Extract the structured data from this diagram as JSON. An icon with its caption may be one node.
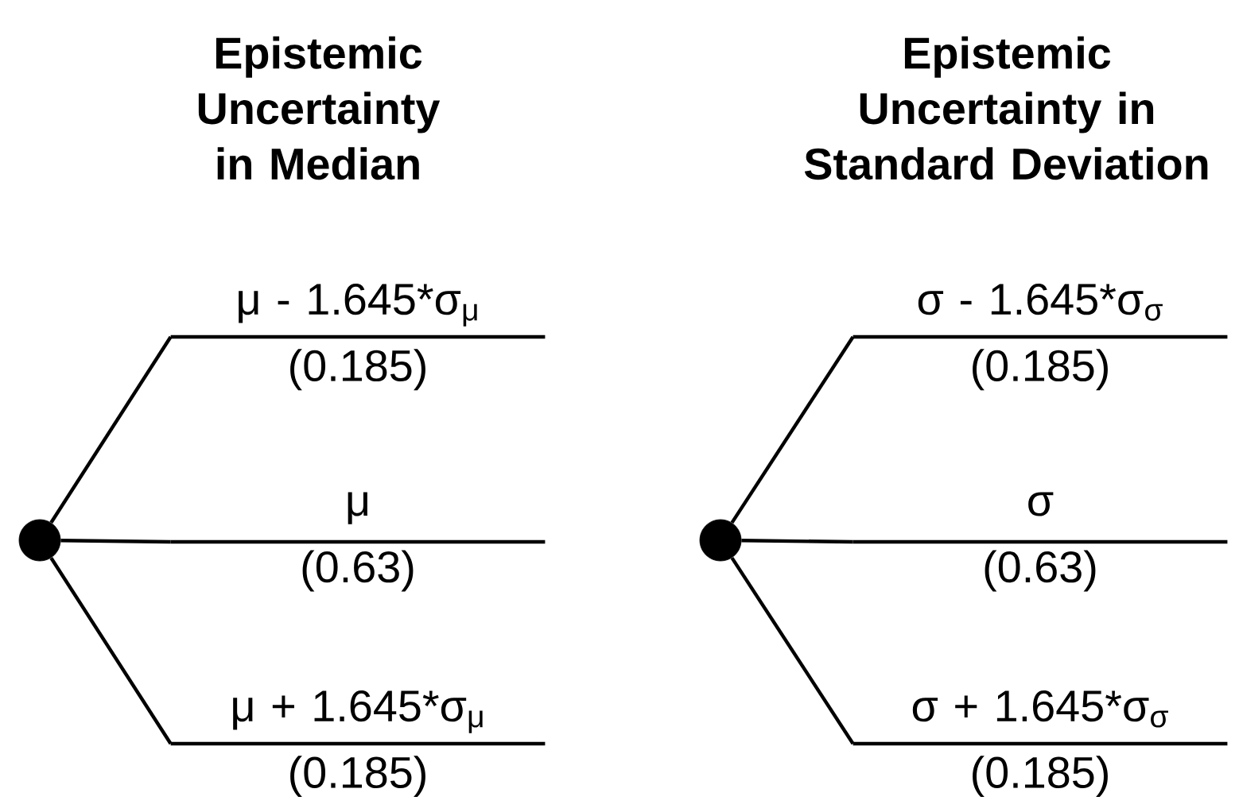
{
  "diagram": {
    "nodes": [
      {
        "text": [],
        "shape": "circle"
      },
      {
        "text": [
          "μ - 1.645*σ$_{μ}$",
          "(0.185)"
        ]
      },
      {
        "text": [
          "μ",
          "(0.63)"
        ]
      },
      {
        "text": [
          "μ + 1.645*σ$_{μ}$",
          "(0.185)"
        ]
      },
      {
        "text": [],
        "shape": "circle"
      },
      {
        "text": [
          "σ - 1.645*σ$_{σ}$",
          "(0.185)"
        ]
      },
      {
        "text": [
          "σ",
          "(0.63)"
        ]
      },
      {
        "text": [
          "σ + 1.645*σ$_{σ}$",
          "(0.185)"
        ]
      }
    ],
    "edges": [
      {
        "from": 0,
        "to": 1,
        "arrow": "none"
      },
      {
        "from": 0,
        "to": 2,
        "arrow": "none"
      },
      {
        "from": 0,
        "to": 3,
        "arrow": "none"
      },
      {
        "from": 4,
        "to": 5,
        "arrow": "none"
      },
      {
        "from": 4,
        "to": 6,
        "arrow": "none"
      },
      {
        "from": 4,
        "to": 7,
        "arrow": "none"
      }
    ],
    "labels": [
      "Epistemic Uncertainty in Median",
      "Epistemic Uncertainty in Standard Deviation"
    ]
  }
}
